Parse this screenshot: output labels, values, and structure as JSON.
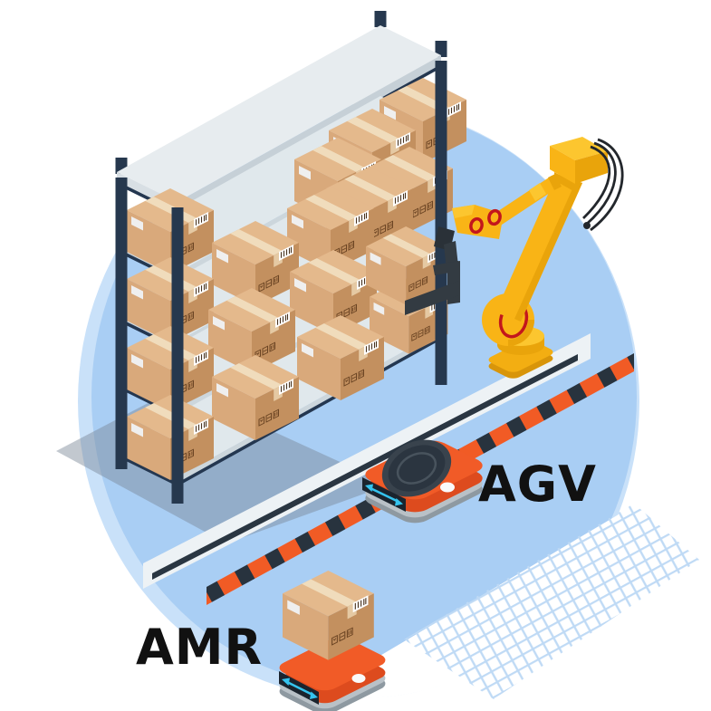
{
  "title": "Warehouse automation illustration — robotic arm, shelf rack, AGV and AMR robots",
  "labels": {
    "agv": "AGV",
    "amr": "AMR"
  },
  "icons": [
    "shelf-rack",
    "cardboard-box",
    "robot-arm",
    "gripper-claw",
    "guide-track",
    "hazard-stripe-track",
    "floor-hatch",
    "agv-robot",
    "amr-robot",
    "turntable",
    "direction-arrow"
  ],
  "scene": {
    "shelf_levels": 4,
    "boxes_on_shelf": 16,
    "box_held_by_arm": 1,
    "box_on_amr": 1
  },
  "colors": {
    "circleRim": "#C9E1F9",
    "circleFill": "#A9CEF4",
    "hatchLine": "#BFDAF5",
    "frameNavy": "#26384E",
    "slabTop": "#E7ECEF",
    "slabSideL": "#D8DFE4",
    "slabSideR": "#C6D0D7",
    "boardTop": "#E0E8EC",
    "boardSide": "#CCD6DC",
    "boardLine": "#243750",
    "boxTop": "#E4B98C",
    "boxLeft": "#D9A97B",
    "boxRight": "#C3905F",
    "boxTape": "#F0DCBC",
    "boxTapeSide": "#E5C9A3",
    "boxLabel": "#EFEFEF",
    "barcodeBg": "#FFFFFF",
    "barcodeBars": "#4A3521",
    "boxIcons": "#6B4423",
    "shadow": "rgba(120,132,148,0.45)",
    "trackWhite": "#EDF2F5",
    "trackLine": "#2A3642",
    "hazardOrange": "#F15B25",
    "hazardNavy": "#28333E",
    "armYellow": "#F9B416",
    "armYellowLight": "#FCC62F",
    "armYellowDark": "#E9A40B",
    "armYellowDeep": "#D8950A",
    "armRed": "#C3161C",
    "cableDark": "#23272C",
    "clawDark": "#333B42",
    "couplingDark": "#2A3138",
    "botOrange": "#F15B27",
    "botOrangeDark": "#DD4B1E",
    "botRim": "#B9C1C7",
    "botRimDark": "#8E99A1",
    "panelDark": "#1B242E",
    "arrowCyan": "#35C3EE",
    "dotWhite": "#FAFAFA",
    "turnOuter": "#39434D",
    "turnInner": "#2B3540",
    "turnRing": "#48535D",
    "labelText": "#111111"
  }
}
